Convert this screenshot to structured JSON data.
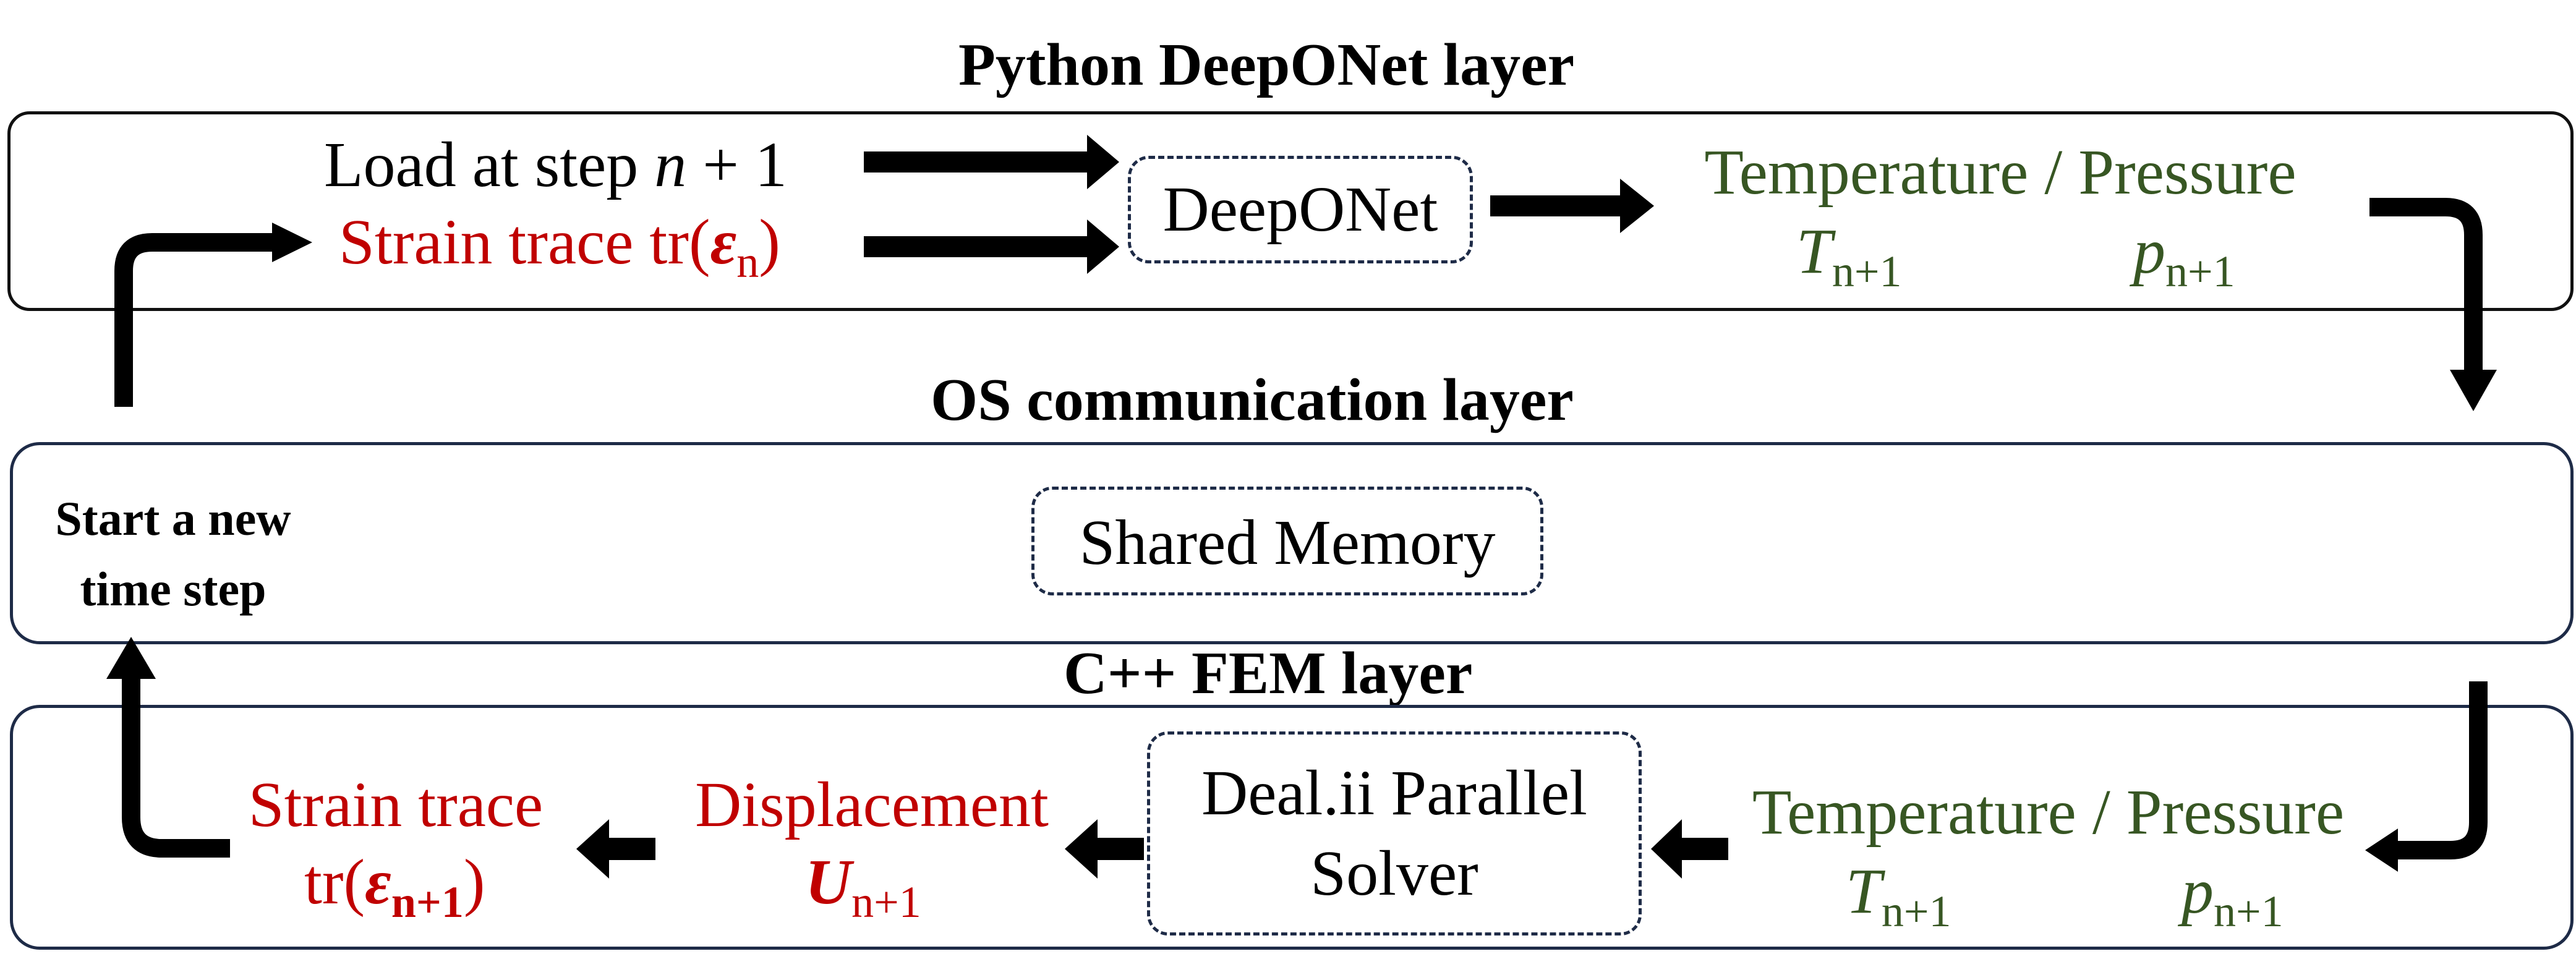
{
  "layers": {
    "python_title": "Python DeepONet layer",
    "os_title": "OS communication layer",
    "fem_title": "C++ FEM layer"
  },
  "python_layer": {
    "load_label": "Load at step ",
    "load_var": "n",
    "load_suffix": " + 1",
    "strain_label": "Strain trace tr(",
    "strain_var": "ε",
    "strain_sub": "n",
    "strain_close": ")",
    "deeponet_label": "DeepONet",
    "output_label": "Temperature / Pressure",
    "temp_var": "T",
    "temp_sub": "n+1",
    "pres_var": "p",
    "pres_sub": "n+1"
  },
  "os_layer": {
    "start_line1": "Start a new",
    "start_line2": "time step",
    "shared_memory_label": "Shared Memory"
  },
  "fem_layer": {
    "input_label": "Temperature / Pressure",
    "temp_var": "T",
    "temp_sub": "n+1",
    "pres_var": "p",
    "pres_sub": "n+1",
    "solver_line1": "Deal.ii Parallel",
    "solver_line2": "Solver",
    "displacement_label": "Displacement",
    "disp_var": "U",
    "disp_sub": "n+1",
    "strain_line1": "Strain trace",
    "strain_prefix": "tr(",
    "strain_var": "ε",
    "strain_sub": "n+1",
    "strain_close": ")"
  },
  "colors": {
    "input_text": "#c00000",
    "output_text": "#375623",
    "box_border": "#1e2b47"
  }
}
